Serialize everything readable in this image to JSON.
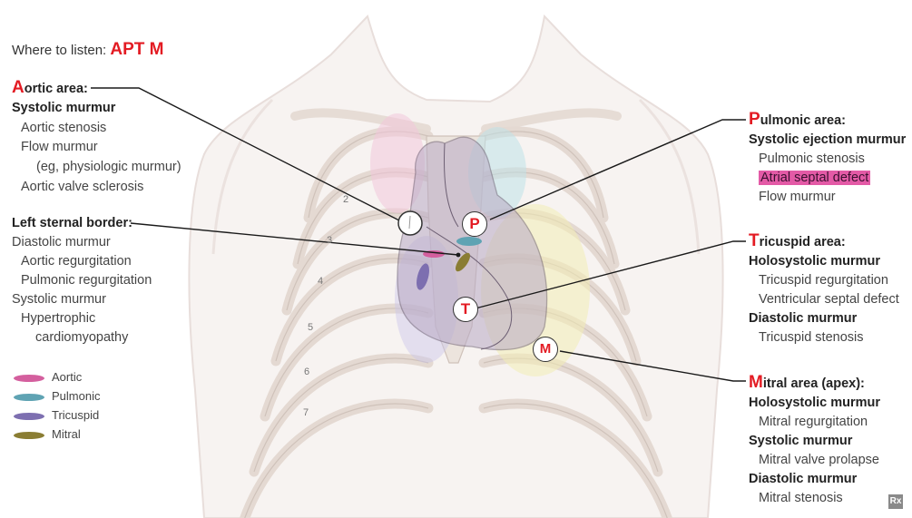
{
  "title": {
    "prefix": "Where to listen: ",
    "mnemonic": "APT M"
  },
  "aortic": {
    "initial": "A",
    "rest": "ortic area:",
    "groups": [
      {
        "header": "Systolic murmur",
        "items": [
          "Aortic stenosis",
          "Flow murmur",
          "(eg, physiologic murmur)",
          "Aortic valve sclerosis"
        ]
      }
    ]
  },
  "left_sternal": {
    "label": "Left sternal border:",
    "groups": [
      {
        "header": "Diastolic murmur",
        "items": [
          "Aortic regurgitation",
          "Pulmonic regurgitation"
        ]
      },
      {
        "header": "Systolic murmur",
        "items": [
          "Hypertrophic",
          "cardiomyopathy"
        ]
      }
    ]
  },
  "legend": [
    {
      "label": "Aortic",
      "color": "#d45f9e"
    },
    {
      "label": "Pulmonic",
      "color": "#5fa3b3"
    },
    {
      "label": "Tricuspid",
      "color": "#7d6fb0"
    },
    {
      "label": "Mitral",
      "color": "#8a7d33"
    }
  ],
  "pulmonic": {
    "initial": "P",
    "rest": "ulmonic area:",
    "groups": [
      {
        "header": "Systolic ejection murmur",
        "items": [
          "Pulmonic stenosis",
          "Atrial septal defect",
          "Flow murmur"
        ]
      }
    ],
    "highlighted": "Atrial septal defect"
  },
  "tricuspid": {
    "initial": "T",
    "rest": "ricuspid area:",
    "groups": [
      {
        "header": "Holosystolic murmur",
        "items": [
          "Tricuspid regurgitation",
          "Ventricular septal defect"
        ]
      },
      {
        "header": "Diastolic murmur",
        "items": [
          "Tricuspid stenosis"
        ]
      }
    ]
  },
  "mitral": {
    "initial": "M",
    "rest": "itral area (apex):",
    "groups": [
      {
        "header": "Holosystolic murmur",
        "items": [
          "Mitral regurgitation"
        ]
      },
      {
        "header": "Systolic murmur",
        "items": [
          "Mitral valve prolapse"
        ]
      },
      {
        "header": "Diastolic murmur",
        "items": [
          "Mitral stenosis"
        ]
      }
    ]
  },
  "markers": {
    "p": "P",
    "t": "T",
    "m": "M"
  },
  "rib_numbers": [
    "2",
    "3",
    "4",
    "5",
    "6",
    "7"
  ],
  "watermark": "Rx",
  "colors": {
    "accent_red": "#e31b23",
    "highlight_pink": "#e35aa6"
  }
}
